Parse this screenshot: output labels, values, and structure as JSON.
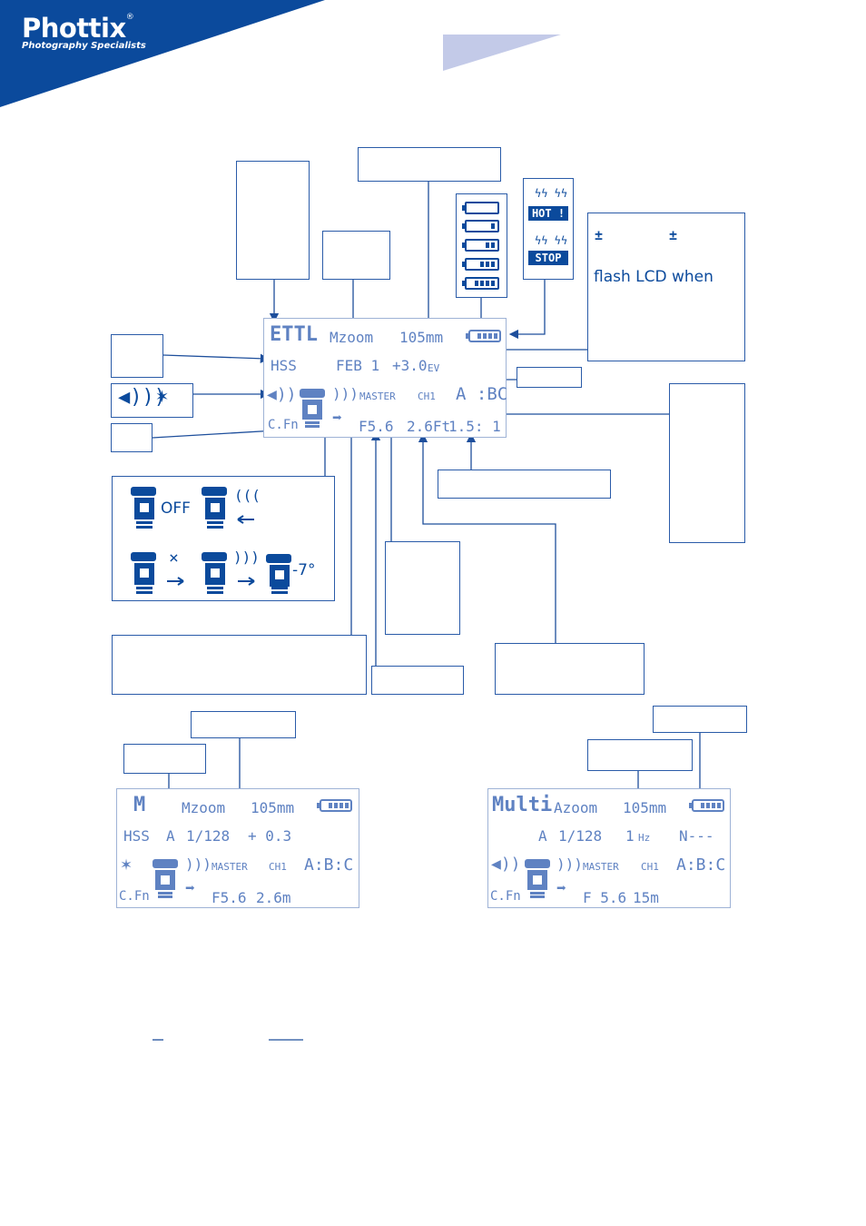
{
  "brand": {
    "name": "Phottix",
    "reg": "®",
    "tagline": "Photography Specialists",
    "colors": {
      "primary": "#0b4a9c",
      "lcd_text": "#5f82c2",
      "accent": "#c3cae8"
    }
  },
  "ettl_lcd": {
    "mode": "ETTL",
    "zoom_mode": "Mzoom",
    "zoom": "105mm",
    "hss": "HSS",
    "feb": "FEB 1",
    "ev": "+3.0",
    "ev_unit": "EV",
    "master": "MASTER",
    "ch": "CH1",
    "groups": "A :BC",
    "cfn": "C.Fn",
    "aperture": "F5.6",
    "distance": "2.6Ft",
    "ratio": "1.5: 1"
  },
  "temp_warnings": {
    "hot": "HOT !",
    "stop": "STOP"
  },
  "flash_box": {
    "pm1": "±",
    "pm2": "±",
    "text": "flash LCD when"
  },
  "mode_icons": {
    "off": "OFF",
    "cross": "×",
    "angle": "-7°"
  },
  "m_lcd": {
    "mode": "M",
    "zoom_mode": "Mzoom",
    "zoom": "105mm",
    "hss": "HSS",
    "group": "A",
    "power": "1/128",
    "comp": "+ 0.3",
    "master": "MASTER",
    "ch": "CH1",
    "groups": "A:B:C",
    "cfn": "C.Fn",
    "aperture": "F5.6",
    "distance": "2.6m"
  },
  "multi_lcd": {
    "mode": "Multi",
    "zoom_mode": "Azoom",
    "zoom": "105mm",
    "group": "A",
    "power": "1/128",
    "freq": "1",
    "freq_unit": "Hz",
    "count": "N---",
    "master": "MASTER",
    "ch": "CH1",
    "groups": "A:B:C",
    "cfn": "C.Fn",
    "aperture": "F 5.6",
    "distance": "15m"
  }
}
